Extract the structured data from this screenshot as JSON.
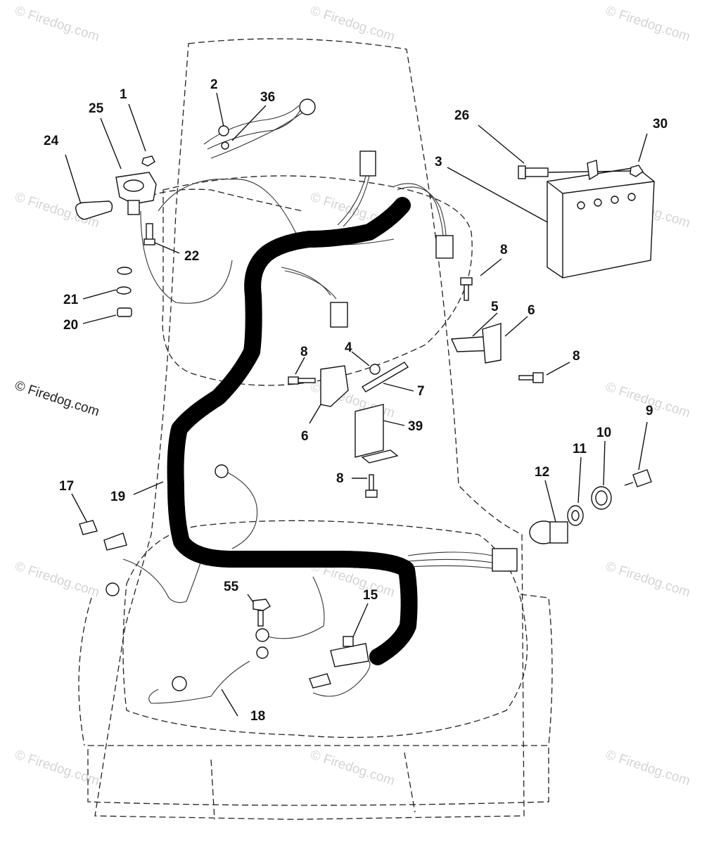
{
  "watermark": {
    "short": "© Firedog.com",
    "main": "© Firedog.com"
  },
  "callouts": {
    "c1": "1",
    "c2": "2",
    "c3": "3",
    "c4": "4",
    "c5": "5",
    "c6a": "6",
    "c6b": "6",
    "c7": "7",
    "c8a": "8",
    "c8b": "8",
    "c8c": "8",
    "c8d": "8",
    "c9": "9",
    "c10": "10",
    "c11": "11",
    "c12": "12",
    "c15": "15",
    "c17": "17",
    "c18": "18",
    "c19": "19",
    "c20": "20",
    "c21": "21",
    "c22": "22",
    "c24": "24",
    "c25": "25",
    "c26": "26",
    "c30": "30",
    "c36": "36",
    "c39": "39",
    "c55": "55"
  }
}
